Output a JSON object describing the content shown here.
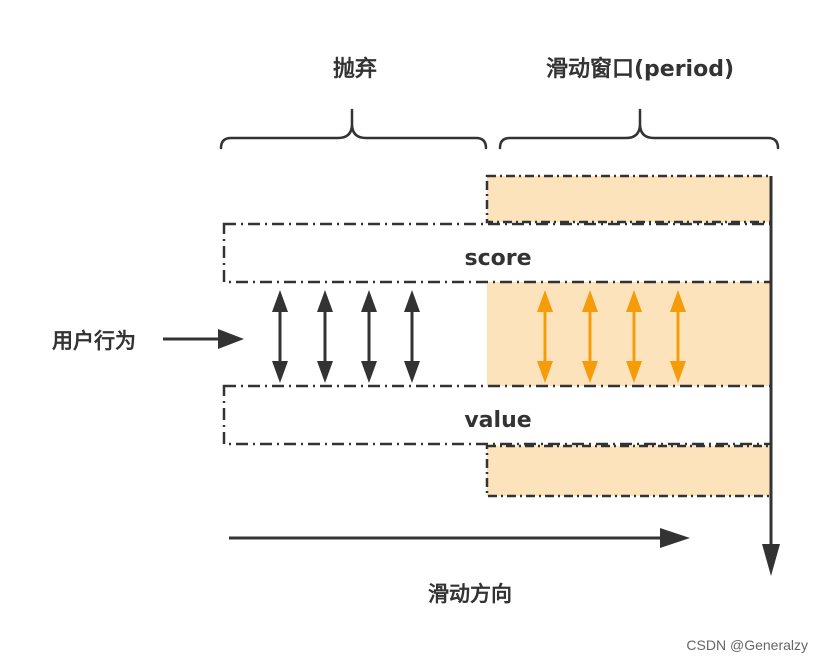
{
  "labels": {
    "discard": "抛弃",
    "window": "滑动窗口(period)",
    "score": "score",
    "value": "value",
    "user_behavior": "用户行为",
    "slide_direction": "滑动方向"
  },
  "watermark": "CSDN @Generalzy",
  "colors": {
    "window_fill": "#fde3bc",
    "arrow_inside": "#f59c0b",
    "arrow_outside": "#333333",
    "line": "#333333"
  }
}
